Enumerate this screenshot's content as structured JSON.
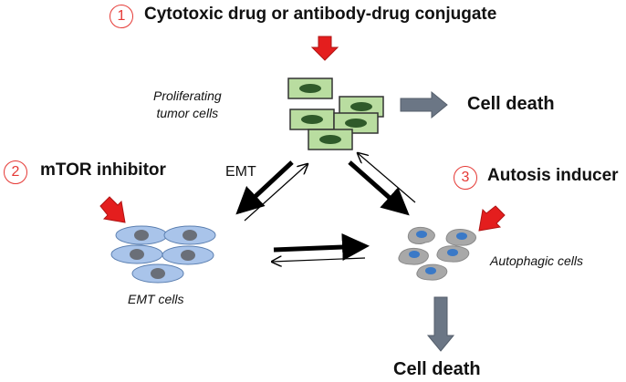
{
  "steps": [
    {
      "number": "1",
      "label": "Cytotoxic drug or antibody-drug conjugate"
    },
    {
      "number": "2",
      "label": "mTOR inhibitor"
    },
    {
      "number": "3",
      "label": "Autosis inducer"
    }
  ],
  "populations": {
    "proliferating": "Proliferating\ntumor cells",
    "emt": "EMT cells",
    "autophagic": "Autophagic cells"
  },
  "outcomes": {
    "death_right": "Cell death",
    "death_bottom": "Cell death"
  },
  "edge_labels": {
    "emt": "EMT"
  },
  "colors": {
    "inducer_arrow": "#e41e1e",
    "death_arrow": "#6b7685",
    "proliferating_fill": "#b9dda0",
    "proliferating_nucleus": "#2f5a2a",
    "emt_fill": "#a9c4ea",
    "emt_nucleus": "#6a6f78",
    "autophagic_fill": "#a8a8a8",
    "autophagic_nucleus": "#3a79c7",
    "step_circle": "#e53935"
  }
}
